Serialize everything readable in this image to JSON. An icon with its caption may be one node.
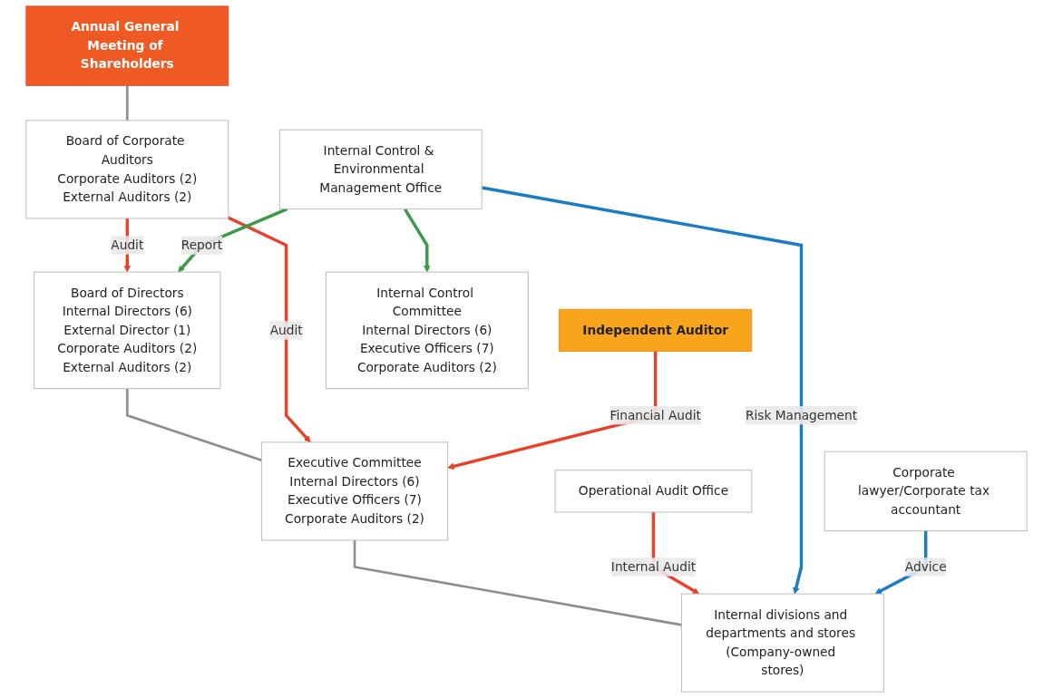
{
  "diagram": {
    "nodes": [
      {
        "text": [
          "Annual General Meeting of Shareholders"
        ]
      },
      {
        "text": [
          "Independent Auditor"
        ]
      },
      {
        "text": [
          "Board of Corporate Auditors",
          "Corporate Auditors (2)",
          "External Auditors (2)"
        ]
      },
      {
        "text": [
          "Board of Directors",
          "Internal Directors (6)",
          "External Director (1)",
          "Corporate Auditors (2)",
          "External Auditors (2)"
        ]
      },
      {
        "text": [
          "Internal Control Committee",
          "Internal Directors (6)",
          "Executive Officers (7)",
          "Corporate Auditors (2)"
        ]
      },
      {
        "text": [
          "Executive Committee",
          "Internal Directors (6)",
          "Executive Officers (7)",
          "Corporate Auditors (2)"
        ]
      },
      {
        "text": [
          "Operational Audit Office"
        ]
      },
      {
        "text": [
          "Internal divisions and departments and stores (Company-owned stores)"
        ]
      },
      {
        "text": [
          "Internal Control & Environmental Management Office"
        ]
      },
      {
        "text": [
          "Corporate lawyer/Corporate tax accountant"
        ]
      }
    ],
    "edges": [
      {
        "from": 0,
        "to": 2,
        "arrow": "none",
        "color": "#8c8c8c"
      },
      {
        "from": 2,
        "to": 3,
        "arrow": "to",
        "label": "Audit"
      },
      {
        "from": 3,
        "to": 5,
        "arrow": "none",
        "color": "#8c8c8c"
      },
      {
        "from": 2,
        "to": 5,
        "arrow": "to",
        "label": "Audit"
      },
      {
        "from": 1,
        "to": 5,
        "arrow": "to",
        "label": "Financial Audit"
      },
      {
        "from": 8,
        "to": 3,
        "arrow": "to",
        "label": "Report",
        "color": "#3a9a48"
      },
      {
        "from": 8,
        "to": 4,
        "arrow": "to",
        "color": "#3a9a48"
      },
      {
        "from": 5,
        "to": 7,
        "arrow": "none",
        "color": "#8c8c8c"
      },
      {
        "from": 6,
        "to": 7,
        "arrow": "to",
        "label": "Internal Audit"
      },
      {
        "from": 8,
        "to": 7,
        "arrow": "to",
        "label": "Risk Management",
        "color": "#1a7cc4"
      },
      {
        "from": 9,
        "to": 7,
        "arrow": "to",
        "label": "Advice",
        "color": "#1a7cc4"
      }
    ]
  }
}
